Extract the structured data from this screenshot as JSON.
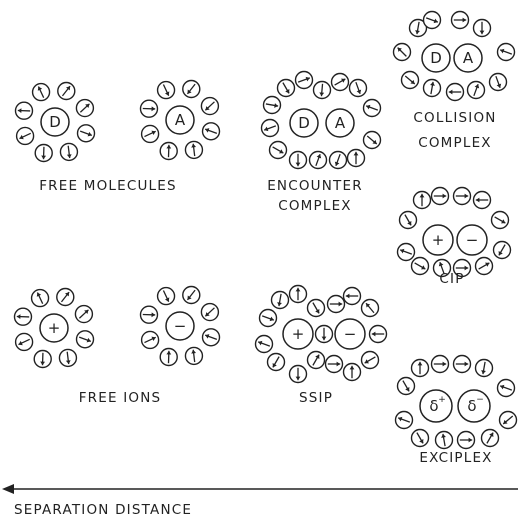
{
  "labels": {
    "free_molecules": "FREE MOLECULES",
    "encounter_1": "ENCOUNTER",
    "encounter_2": "COMPLEX",
    "collision_1": "COLLISION",
    "collision_2": "COMPLEX",
    "cip": "CIP",
    "free_ions": "FREE IONS",
    "ssip": "SSIP",
    "exciplex": "EXCIPLEX",
    "separation": "SEPARATION DISTANCE"
  },
  "cores": {
    "donor": "D",
    "acceptor": "A",
    "cation": "+",
    "anion": "−",
    "delta_plus": "δ",
    "delta_minus": "δ",
    "delta_plus_sign": "+",
    "delta_minus_sign": "−"
  },
  "colors": {
    "ink": "#222222",
    "background": "#ffffff"
  }
}
